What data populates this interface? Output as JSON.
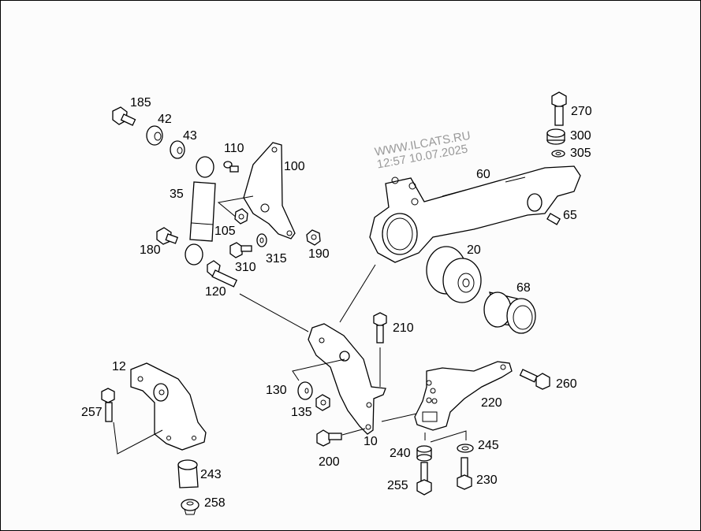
{
  "diagram": {
    "type": "exploded-parts-diagram",
    "subject": "suspension / spring mounting components",
    "watermark": {
      "site": "WWW.ILCATS.RU",
      "timestamp": "12:57 10.07.2025"
    },
    "callouts": [
      {
        "id": "185",
        "label": "185"
      },
      {
        "id": "42",
        "label": "42"
      },
      {
        "id": "43",
        "label": "43"
      },
      {
        "id": "110",
        "label": "110"
      },
      {
        "id": "100",
        "label": "100"
      },
      {
        "id": "35",
        "label": "35"
      },
      {
        "id": "105",
        "label": "105"
      },
      {
        "id": "180",
        "label": "180"
      },
      {
        "id": "310",
        "label": "310"
      },
      {
        "id": "315",
        "label": "315"
      },
      {
        "id": "190",
        "label": "190"
      },
      {
        "id": "120",
        "label": "120"
      },
      {
        "id": "270",
        "label": "270"
      },
      {
        "id": "300",
        "label": "300"
      },
      {
        "id": "305",
        "label": "305"
      },
      {
        "id": "60",
        "label": "60"
      },
      {
        "id": "65",
        "label": "65"
      },
      {
        "id": "20",
        "label": "20"
      },
      {
        "id": "68",
        "label": "68"
      },
      {
        "id": "210",
        "label": "210"
      },
      {
        "id": "12",
        "label": "12"
      },
      {
        "id": "257",
        "label": "257"
      },
      {
        "id": "130",
        "label": "130"
      },
      {
        "id": "135",
        "label": "135"
      },
      {
        "id": "260",
        "label": "260"
      },
      {
        "id": "220",
        "label": "220"
      },
      {
        "id": "10",
        "label": "10"
      },
      {
        "id": "200",
        "label": "200"
      },
      {
        "id": "240",
        "label": "240"
      },
      {
        "id": "245",
        "label": "245"
      },
      {
        "id": "243",
        "label": "243"
      },
      {
        "id": "255",
        "label": "255"
      },
      {
        "id": "230",
        "label": "230"
      },
      {
        "id": "258",
        "label": "258"
      }
    ]
  }
}
